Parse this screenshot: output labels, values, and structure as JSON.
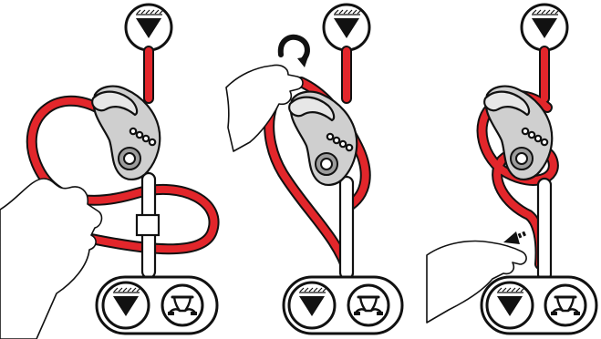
{
  "panels": [
    {
      "id": "step-1",
      "anchor_icon": "anchor-triangle-icon",
      "bottom_icons": [
        "anchor-triangle-icon",
        "harness-icon"
      ],
      "hand_action": "holding-rope"
    },
    {
      "id": "step-2",
      "anchor_icon": "anchor-triangle-icon",
      "bottom_icons": [
        "anchor-triangle-icon",
        "harness-icon"
      ],
      "hand_action": "pulling-rope-up",
      "motion_icon": "rotate-arrow-icon"
    },
    {
      "id": "step-3",
      "anchor_icon": "anchor-triangle-icon",
      "bottom_icons": [
        "anchor-triangle-icon",
        "harness-icon"
      ],
      "hand_action": "pulling-rope-down",
      "motion_icon": "pull-arrow-icon"
    }
  ],
  "colors": {
    "rope": "#e2262b",
    "outline": "#111111",
    "device": "#cfcfcf",
    "background": "#ffffff"
  }
}
